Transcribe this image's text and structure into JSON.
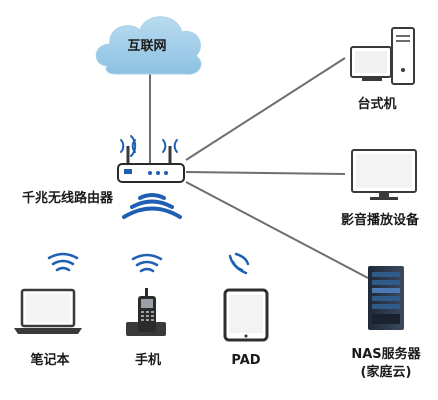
{
  "labels": {
    "internet": "互联网",
    "router": "千兆无线路由器",
    "desktop": "台式机",
    "media": "影音播放设备",
    "nas_line1": "NAS服务器",
    "nas_line2": "(家庭云)",
    "laptop": "笔记本",
    "phone": "手机",
    "pad": "PAD"
  },
  "colors": {
    "cloud": "#9ecde8",
    "router_body": "#ffffff",
    "wifi_blue": "#1e5fb4",
    "line": "#6e6e6e",
    "device_dark": "#3a3a3a",
    "nas_panel": "#2f5a8a"
  },
  "icons": [
    "cloud-icon",
    "router-icon",
    "wifi-icon",
    "desktop-icon",
    "monitor-icon",
    "nas-server-icon",
    "laptop-icon",
    "phone-icon",
    "tablet-icon"
  ]
}
